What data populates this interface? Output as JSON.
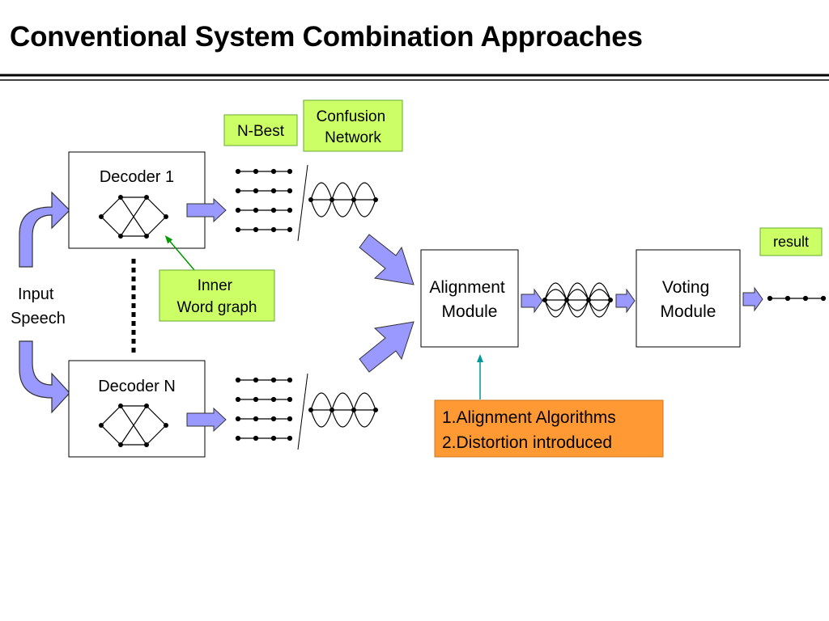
{
  "title": "Conventional System Combination Approaches",
  "diagram": {
    "input_label": [
      "Input",
      "Speech"
    ],
    "decoder_top": "Decoder 1",
    "decoder_bottom": "Decoder N",
    "nbest_label": "N-Best",
    "confusion_label": [
      "Confusion",
      "Network"
    ],
    "inner_label": [
      "Inner",
      "Word graph"
    ],
    "alignment_module": [
      "Alignment",
      "Module"
    ],
    "voting_module": [
      "Voting",
      "Module"
    ],
    "result_label": "result",
    "issues": [
      "1.Alignment Algorithms",
      "2.Distortion introduced"
    ],
    "colors": {
      "green_label": "#ccff66",
      "orange_label": "#ff9933",
      "arrow_fill": "#9999ff",
      "inner_arrow": "#009900",
      "issues_arrow": "#009999"
    }
  }
}
